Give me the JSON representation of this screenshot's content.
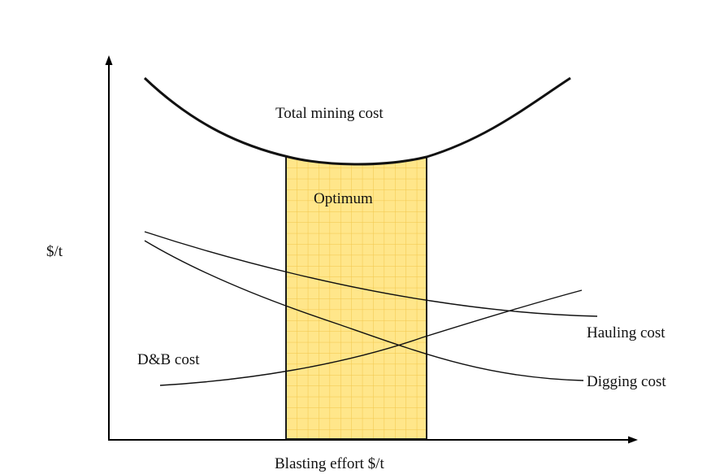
{
  "diagram": {
    "y_axis_label": "$/t",
    "x_axis_label": "Blasting effort $/t",
    "region_label": "Optimum",
    "curves": {
      "total": "Total mining cost",
      "hauling": "Hauling cost",
      "digging": "Digging cost",
      "db": "D&B cost"
    },
    "colors": {
      "optimum_fill": "#FFE68A",
      "optimum_grid": "#F2C64A",
      "optimum_border": "#1a1a1a",
      "lines": "#111111"
    }
  }
}
